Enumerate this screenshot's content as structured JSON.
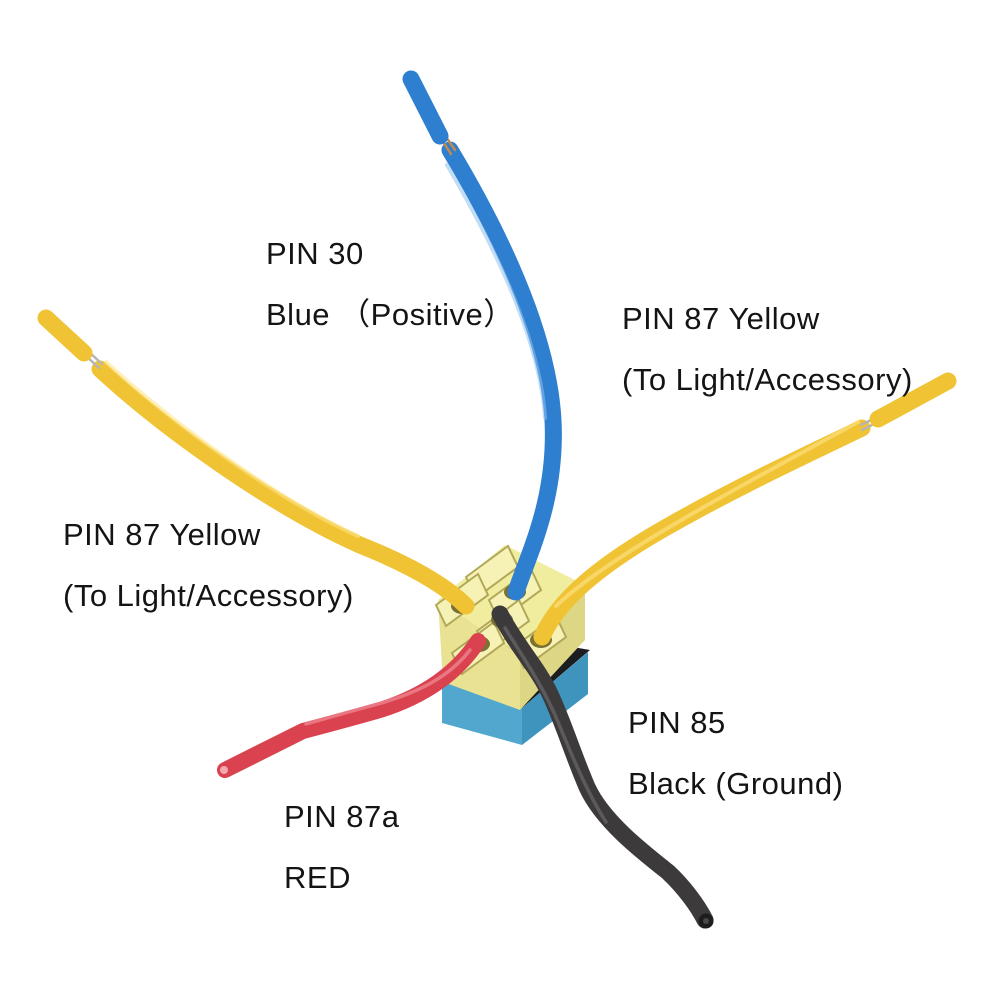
{
  "diagram": {
    "description": "Automotive 5-pin relay socket harness wiring diagram",
    "labels": {
      "pin30": {
        "line1": "PIN 30",
        "line2": "Blue （Positive）"
      },
      "pin87_top_right": {
        "line1": "PIN 87 Yellow",
        "line2": "(To Light/Accessory)"
      },
      "pin87_left": {
        "line1": "PIN 87 Yellow",
        "line2": "(To Light/Accessory)"
      },
      "pin85": {
        "line1": "PIN 85",
        "line2": "Black (Ground)"
      },
      "pin87a": {
        "line1": "PIN 87a",
        "line2": "RED"
      }
    },
    "colors": {
      "background": "#ffffff",
      "text": "#141414",
      "blue_wire": "#2e7fd0",
      "blue_wire_highlight": "#8fc1ee",
      "yellow_wire": "#f0c335",
      "yellow_wire_highlight": "#ffe488",
      "red_wire": "#da4250",
      "red_wire_highlight": "#f49aa1",
      "red_wire_end_hole": "#f2a9ad",
      "black_wire": "#3d3a3b",
      "black_wire_highlight": "#7d7a7b",
      "black_wire_end": "#1e1c1d",
      "black_wire_end_core": "#4a4748",
      "copper_strands": "#c58a4d",
      "tinned_strands": "#b5b5b5",
      "socket_top": "#f1ed9f",
      "socket_left": "#e8e292",
      "socket_right": "#ddd684",
      "slot_fill": "#f6f2b6",
      "slot_edge": "#b1a758",
      "slot_hole": "#7a7233",
      "base_top": "#1c1d20",
      "base_left": "#51a7cd",
      "base_right": "#3f94bd"
    }
  }
}
